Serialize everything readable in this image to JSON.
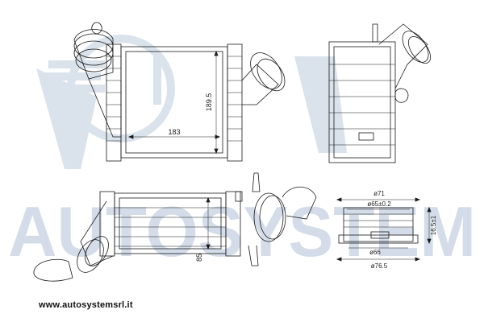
{
  "watermark": {
    "brand": "AUTOSYSTEM",
    "color": "#cfd9e6"
  },
  "footer": {
    "url": "www.autosystemsrl.it"
  },
  "drawing": {
    "line_color": "#1a1a1a",
    "views": {
      "front": {
        "width_label": "183",
        "height_label": "189.5"
      },
      "bottom": {
        "depth_label": "85"
      },
      "outlet_detail": {
        "outer_dia_label": "ø71",
        "mid_dia_label": "ø65±0.2",
        "inner_dia_label": "ø66",
        "base_dia_label": "ø76.5",
        "length_label": "16.5±1"
      }
    }
  }
}
